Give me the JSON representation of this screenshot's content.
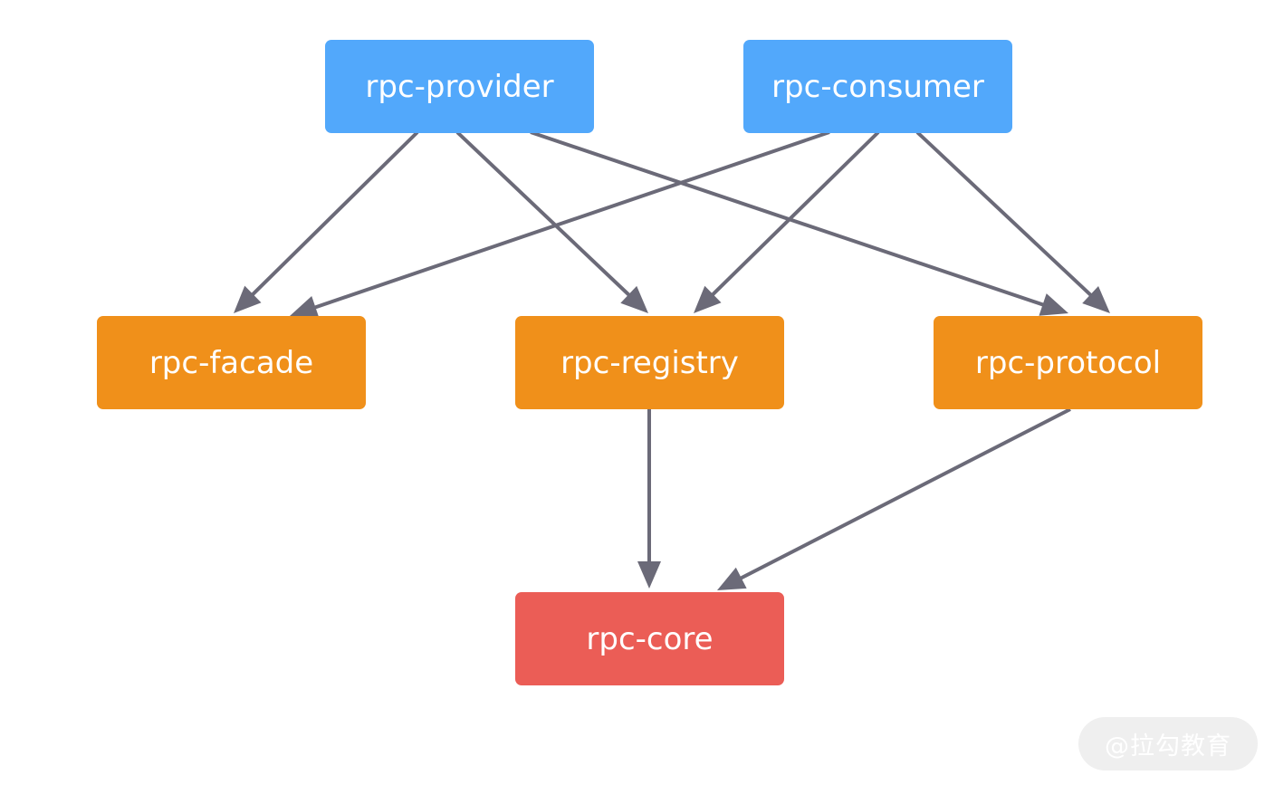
{
  "colors": {
    "top_layer": "#52a8fb",
    "middle_layer": "#f0901a",
    "bottom_layer": "#eb5d56",
    "edge": "#6b6a78"
  },
  "nodes": {
    "provider": {
      "label": "rpc-provider"
    },
    "consumer": {
      "label": "rpc-consumer"
    },
    "facade": {
      "label": "rpc-facade"
    },
    "registry": {
      "label": "rpc-registry"
    },
    "protocol": {
      "label": "rpc-protocol"
    },
    "core": {
      "label": "rpc-core"
    }
  },
  "edges": [
    {
      "from": "provider",
      "to": "facade"
    },
    {
      "from": "provider",
      "to": "registry"
    },
    {
      "from": "provider",
      "to": "protocol"
    },
    {
      "from": "consumer",
      "to": "facade"
    },
    {
      "from": "consumer",
      "to": "registry"
    },
    {
      "from": "consumer",
      "to": "protocol"
    },
    {
      "from": "registry",
      "to": "core"
    },
    {
      "from": "protocol",
      "to": "core"
    }
  ],
  "watermark": {
    "text": "@拉勾教育"
  }
}
